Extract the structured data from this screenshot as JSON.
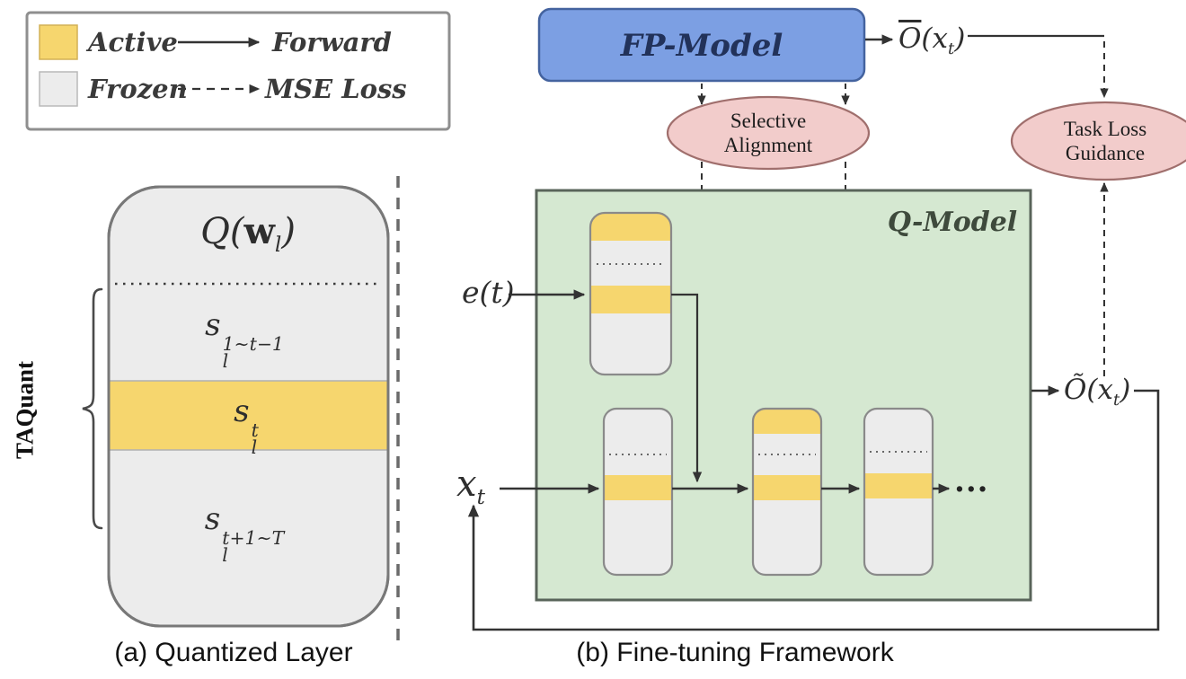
{
  "legend": {
    "active": "Active",
    "frozen": "Frozen",
    "forward": "Forward",
    "mse_loss": "MSE Loss"
  },
  "panel_a": {
    "caption": "(a) Quantized Layer",
    "brace_label": "TAQuant",
    "title": {
      "prefix": "Q(",
      "weight": "w",
      "sub": "l",
      "suffix": ")"
    },
    "seg_past": {
      "base": "s",
      "sub": "l",
      "sup": "1∼t−1"
    },
    "seg_active": {
      "base": "s",
      "sub": "l",
      "sup": "t"
    },
    "seg_future": {
      "base": "s",
      "sub": "l",
      "sup": "t+1∼T"
    }
  },
  "panel_b": {
    "caption": "(b) Fine-tuning Framework",
    "fp_model": "FP-Model",
    "q_model": "Q-Model",
    "selective_alignment": {
      "line1": "Selective",
      "line2": "Alignment"
    },
    "task_loss": {
      "line1": "Task Loss",
      "line2": "Guidance"
    },
    "fp_output": {
      "o": "O",
      "open": "(x",
      "sub": "t",
      "close": ")"
    },
    "q_output": {
      "o": "Õ",
      "open": "(x",
      "sub": "t",
      "close": ")"
    },
    "input_e": "e(t)",
    "input_x": {
      "base": "x",
      "sub": "t"
    },
    "ellipsis": "..."
  },
  "colors": {
    "active_yellow": "#F6D66E",
    "frozen_gray": "#ECECEC",
    "fp_model_blue": "#7C9FE3",
    "loss_pink": "#F2CCCB",
    "q_model_green": "#D5E8D1"
  }
}
